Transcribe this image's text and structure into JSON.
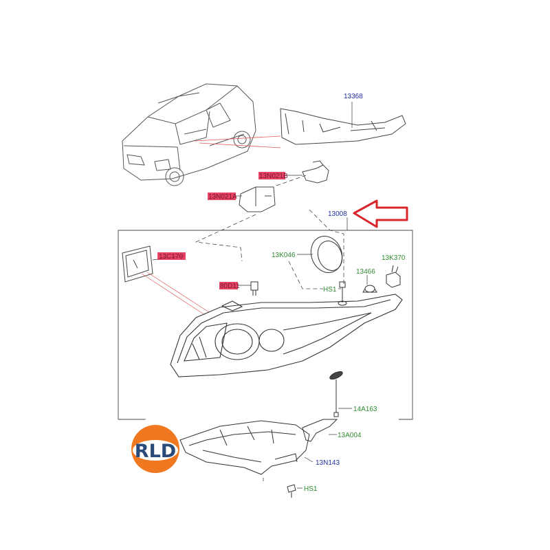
{
  "labels": {
    "p13368": "13368",
    "p13n021b": "13N021B",
    "p13n021a": "13N021A",
    "p13008": "13008",
    "p13c170": "13C170",
    "p13k046": "13K046",
    "p13k370": "13K370",
    "p13466": "13466",
    "p80d11": "80D11",
    "hs1_top": "HS1",
    "p14a163": "14A163",
    "p13a004": "13A004",
    "p13n143": "13N143",
    "hs1_bottom": "HS1"
  },
  "logo": {
    "text": "RLD"
  },
  "colors": {
    "part_number_blue": "#1f2f9e",
    "part_number_green": "#2f8a2f",
    "highlight_red": "#e0234a",
    "arrow_red": "#d9262b",
    "logo_orange": "#f07820"
  }
}
